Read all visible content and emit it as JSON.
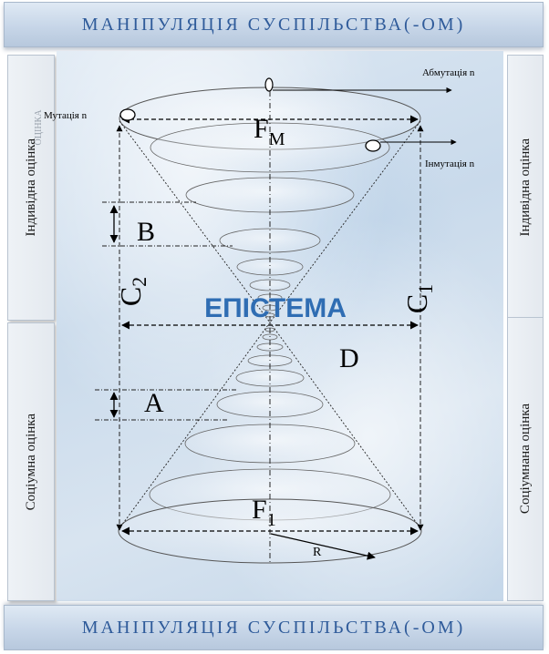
{
  "banner": {
    "top": "МАНІПУЛЯЦІЯ СУСПІЛЬСТВА(-ОМ)",
    "bottom": "МАНІПУЛЯЦІЯ СУСПІЛЬСТВА(-ОМ)"
  },
  "sides": {
    "left_top": "Індивідна оцінка",
    "left_top_ghost": "ОЦІНКА",
    "left_bottom": "Соціумна оцінка",
    "right_top": "Індивідна оцінка",
    "right_bottom": "Соціумнана оцінка"
  },
  "diagram": {
    "center_label": "ЕПІСТЕМА",
    "abmutation": "Абмутація n",
    "mutation": "Мутація n",
    "inmutation": "Інмутація n",
    "f_top": "F",
    "f_top_sub": "M",
    "f_bottom": "F",
    "f_bottom_sub": "1",
    "b": "B",
    "a": "A",
    "d": "D",
    "c2": "C",
    "c2_sub": "2",
    "c1": "C",
    "c1_sub": "1",
    "r": "R"
  },
  "colors": {
    "banner_text": "#2f5b9a",
    "center_label": "#2f6db3",
    "lines": "#000000"
  }
}
